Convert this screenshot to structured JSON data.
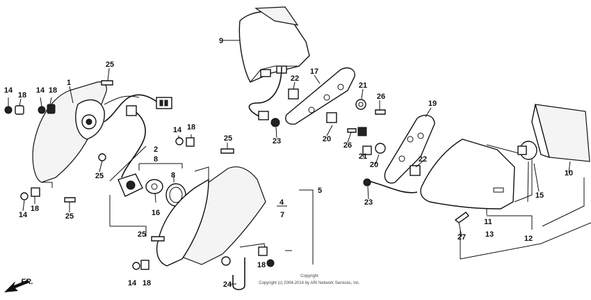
{
  "callouts": [
    "1",
    "2",
    "4",
    "5",
    "7",
    "8",
    "8",
    "9",
    "10",
    "11",
    "12",
    "13",
    "14",
    "14",
    "14",
    "14",
    "14",
    "15",
    "16",
    "17",
    "18",
    "18",
    "18",
    "18",
    "18",
    "18",
    "19",
    "20",
    "20",
    "21",
    "21",
    "22",
    "22",
    "23",
    "23",
    "24",
    "25",
    "25",
    "25",
    "25",
    "25",
    "26",
    "26",
    "27"
  ],
  "copyright": {
    "line1": "Copyright",
    "line2": "Copyright (c) 2004-2014 by ARI Network Services, Inc."
  },
  "direction": "FR.",
  "icons": [
    "front-direction-arrow-icon"
  ]
}
